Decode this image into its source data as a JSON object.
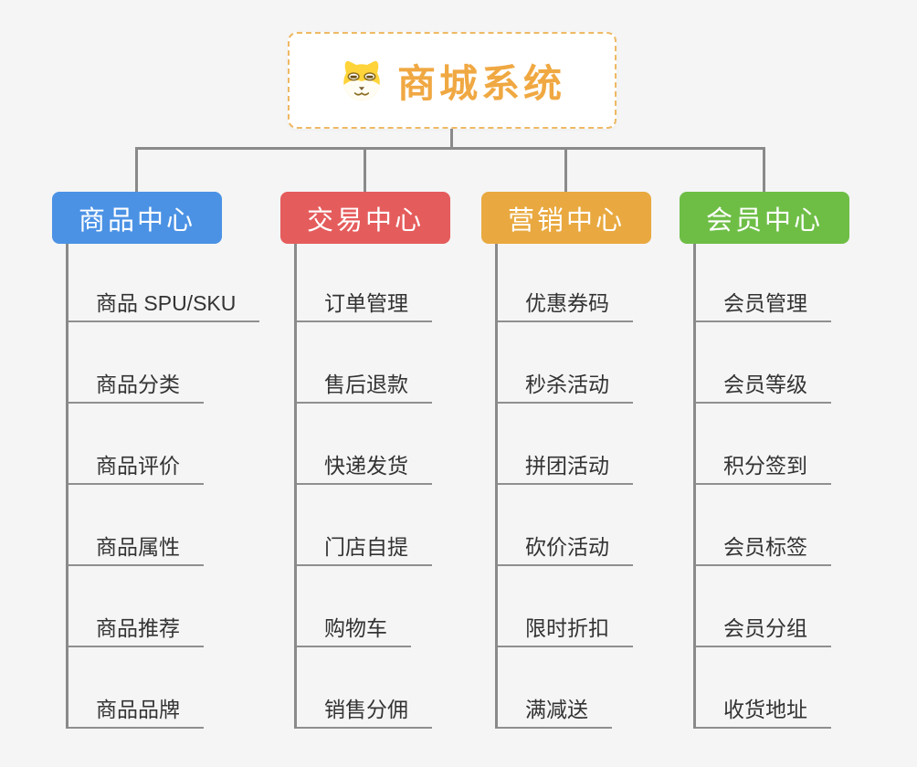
{
  "root": {
    "label": "商城系统",
    "icon": "dog-face-icon",
    "text_color": "#f0a842",
    "border_color": "#eeb964",
    "background": "#ffffff"
  },
  "connector_color": "#8a8a8a",
  "canvas_background": "#f5f5f5",
  "branches": [
    {
      "label": "商品中心",
      "color": "#4b92e5",
      "children": [
        "商品 SPU/SKU",
        "商品分类",
        "商品评价",
        "商品属性",
        "商品推荐",
        "商品品牌"
      ]
    },
    {
      "label": "交易中心",
      "color": "#e55c5c",
      "children": [
        "订单管理",
        "售后退款",
        "快递发货",
        "门店自提",
        "购物车",
        "销售分佣"
      ]
    },
    {
      "label": "营销中心",
      "color": "#e9a940",
      "children": [
        "优惠券码",
        "秒杀活动",
        "拼团活动",
        "砍价活动",
        "限时折扣",
        "满减送"
      ]
    },
    {
      "label": "会员中心",
      "color": "#6ebe46",
      "children": [
        "会员管理",
        "会员等级",
        "积分签到",
        "会员标签",
        "会员分组",
        "收货地址"
      ]
    }
  ]
}
